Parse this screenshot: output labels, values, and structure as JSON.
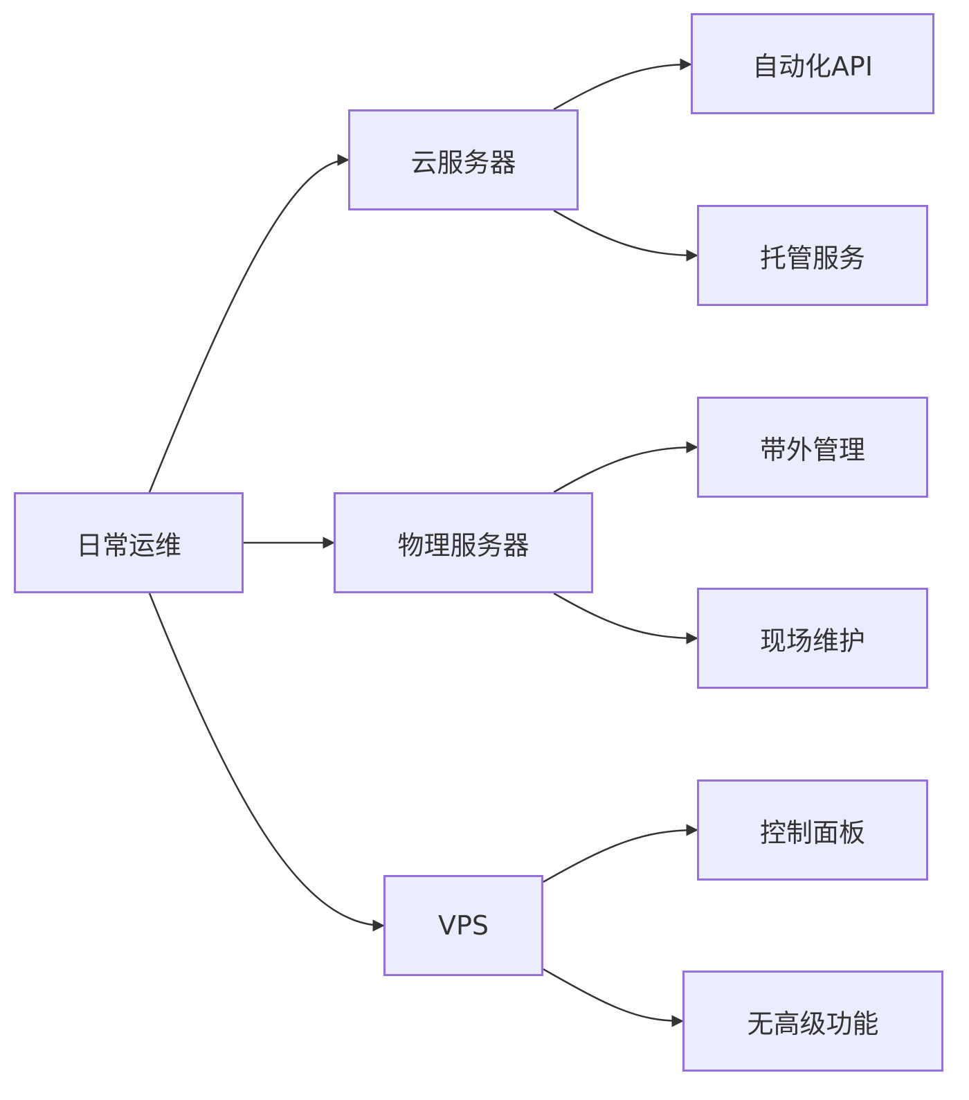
{
  "nodes": {
    "root": "日常运维",
    "cloud": "云服务器",
    "physical": "物理服务器",
    "vps": "VPS",
    "automation_api": "自动化API",
    "managed_service": "托管服务",
    "out_of_band": "带外管理",
    "onsite": "现场维护",
    "control_panel": "控制面板",
    "no_advanced": "无高级功能"
  },
  "edges": [
    {
      "from": "root",
      "to": "cloud"
    },
    {
      "from": "root",
      "to": "physical"
    },
    {
      "from": "root",
      "to": "vps"
    },
    {
      "from": "cloud",
      "to": "automation_api"
    },
    {
      "from": "cloud",
      "to": "managed_service"
    },
    {
      "from": "physical",
      "to": "out_of_band"
    },
    {
      "from": "physical",
      "to": "onsite"
    },
    {
      "from": "vps",
      "to": "control_panel"
    },
    {
      "from": "vps",
      "to": "no_advanced"
    }
  ],
  "colors": {
    "node_fill": "#ececff",
    "node_border": "#9370db",
    "edge": "#333333",
    "text": "#333333"
  }
}
